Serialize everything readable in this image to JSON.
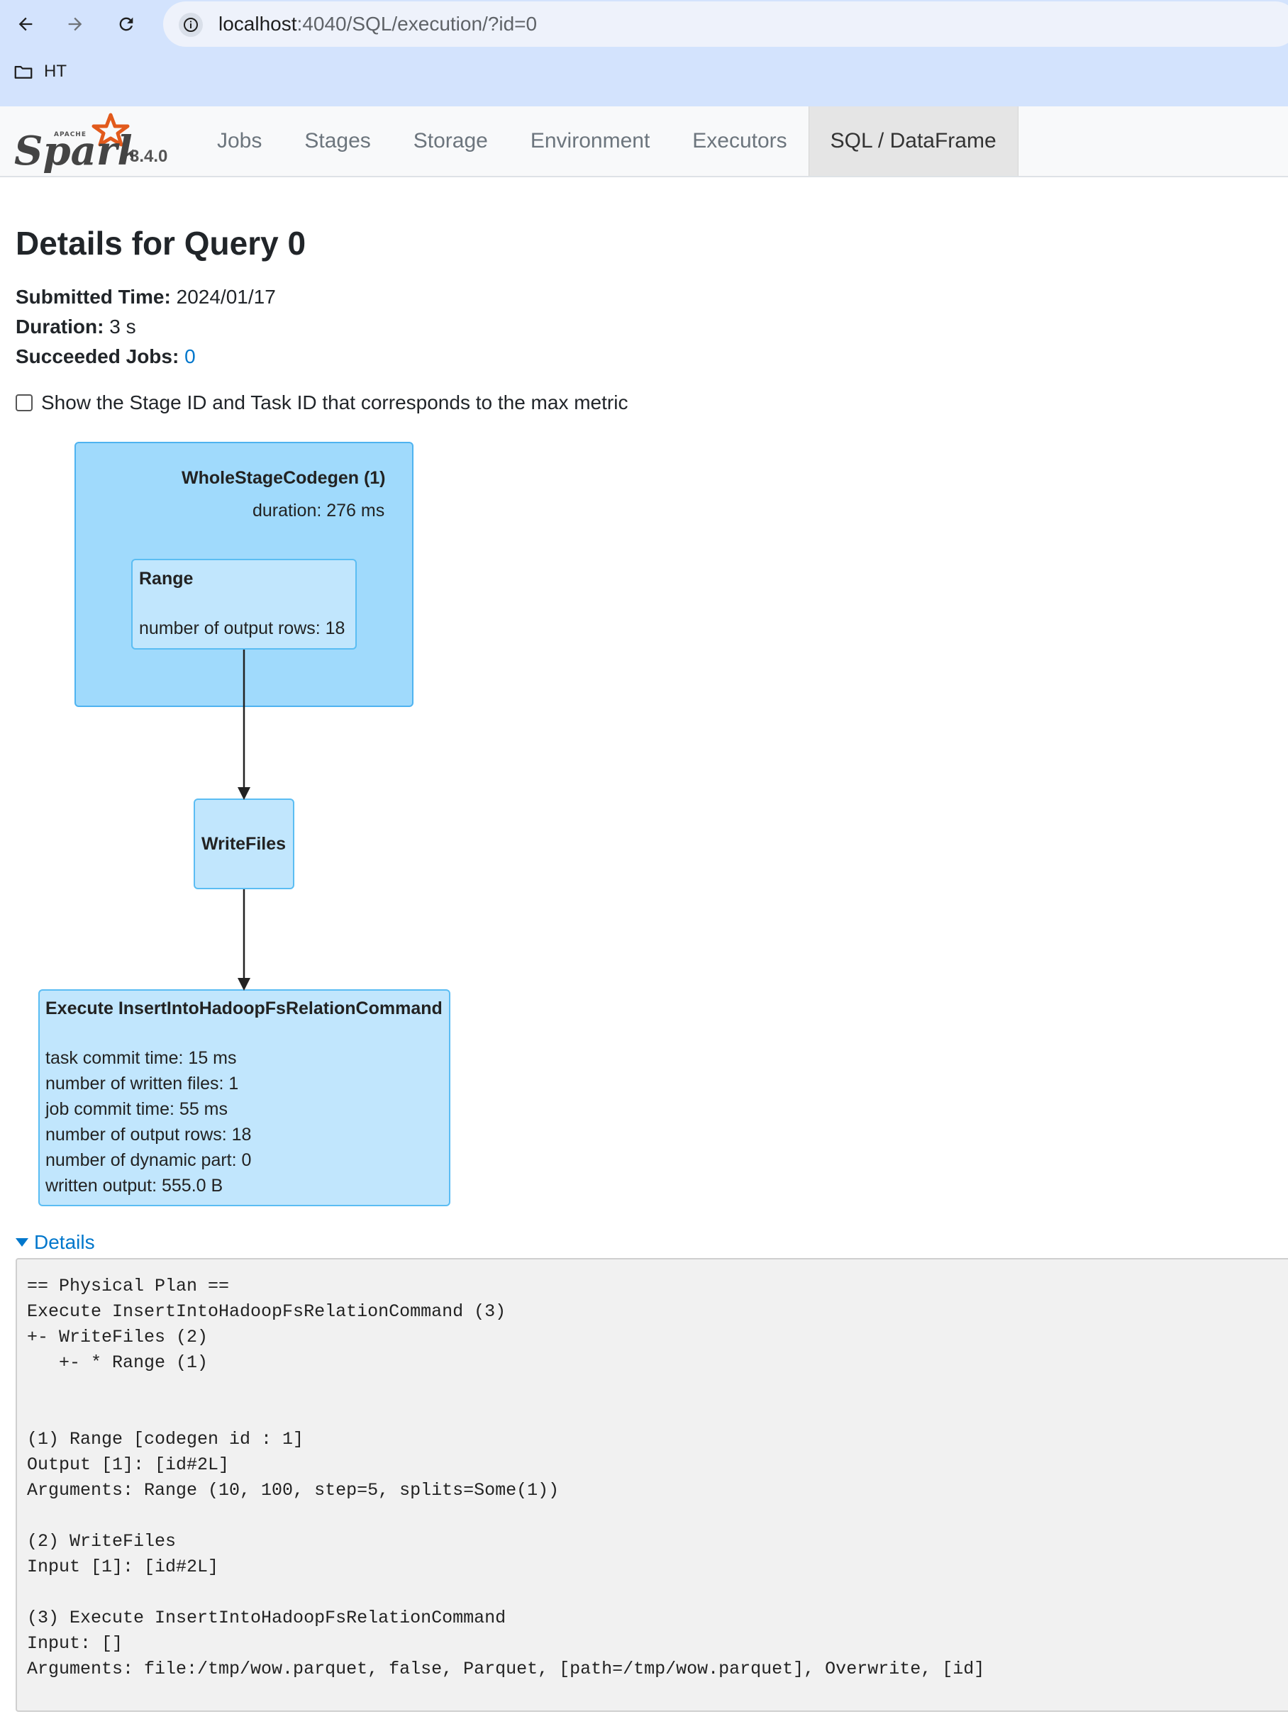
{
  "browser": {
    "url_host": "localhost",
    "url_path": ":4040/SQL/execution/?id=0",
    "bookmark_label": "HT"
  },
  "navbar": {
    "version": "3.4.0",
    "tabs": [
      "Jobs",
      "Stages",
      "Storage",
      "Environment",
      "Executors",
      "SQL / DataFrame"
    ],
    "active_tab": "SQL / DataFrame"
  },
  "page": {
    "title": "Details for Query 0",
    "submitted_label": "Submitted Time:",
    "submitted_value": "2024/01/17",
    "duration_label": "Duration:",
    "duration_value": "3 s",
    "jobs_label": "Succeeded Jobs:",
    "jobs_value": "0",
    "checkbox_label": "Show the Stage ID and Task ID that corresponds to the max metric"
  },
  "dag": {
    "cluster_title": "WholeStageCodegen (1)",
    "cluster_duration": "duration: 276 ms",
    "range_title": "Range",
    "range_metric": "number of output rows: 18",
    "writefiles_title": "WriteFiles",
    "execute_title": "Execute InsertIntoHadoopFsRelationCommand",
    "execute_metrics": [
      "task commit time: 15 ms",
      "number of written files: 1",
      "job commit time: 55 ms",
      "number of output rows: 18",
      "number of dynamic part: 0",
      "written output: 555.0 B"
    ]
  },
  "details": {
    "toggle_label": "Details",
    "plan_text": "== Physical Plan ==\nExecute InsertIntoHadoopFsRelationCommand (3)\n+- WriteFiles (2)\n   +- * Range (1)\n\n\n(1) Range [codegen id : 1]\nOutput [1]: [id#2L]\nArguments: Range (10, 100, step=5, splits=Some(1))\n\n(2) WriteFiles\nInput [1]: [id#2L]\n\n(3) Execute InsertIntoHadoopFsRelationCommand\nInput: []\nArguments: file:/tmp/wow.parquet, false, Parquet, [path=/tmp/wow.parquet], Overwrite, [id]"
  },
  "colors": {
    "cluster_fill": "#a0dafc",
    "node_fill": "#c1e6fd",
    "link": "#0077cc",
    "browser_chrome": "#d3e3fd"
  }
}
